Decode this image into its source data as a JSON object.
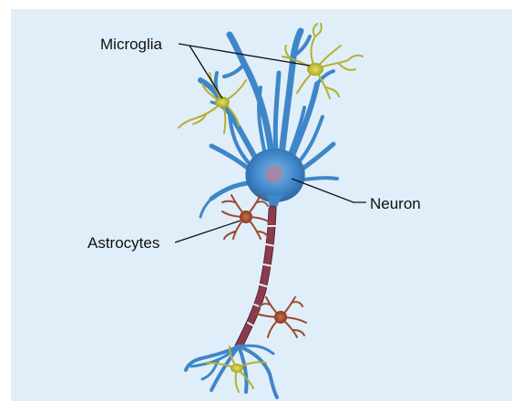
{
  "labels": {
    "microglia": "Microglia",
    "neuron": "Neuron",
    "astrocytes": "Astrocytes"
  },
  "colors": {
    "background": "#dfeef8",
    "neuron": "#3f86c8",
    "neuron_dark": "#2a5f96",
    "axon": "#8a3c4e",
    "microglia": "#c8c43a",
    "astrocyte": "#9c4a2e",
    "leader_line": "#111111"
  },
  "icons": [
    "neuron-cell",
    "microglia-cell",
    "astrocyte-cell"
  ]
}
